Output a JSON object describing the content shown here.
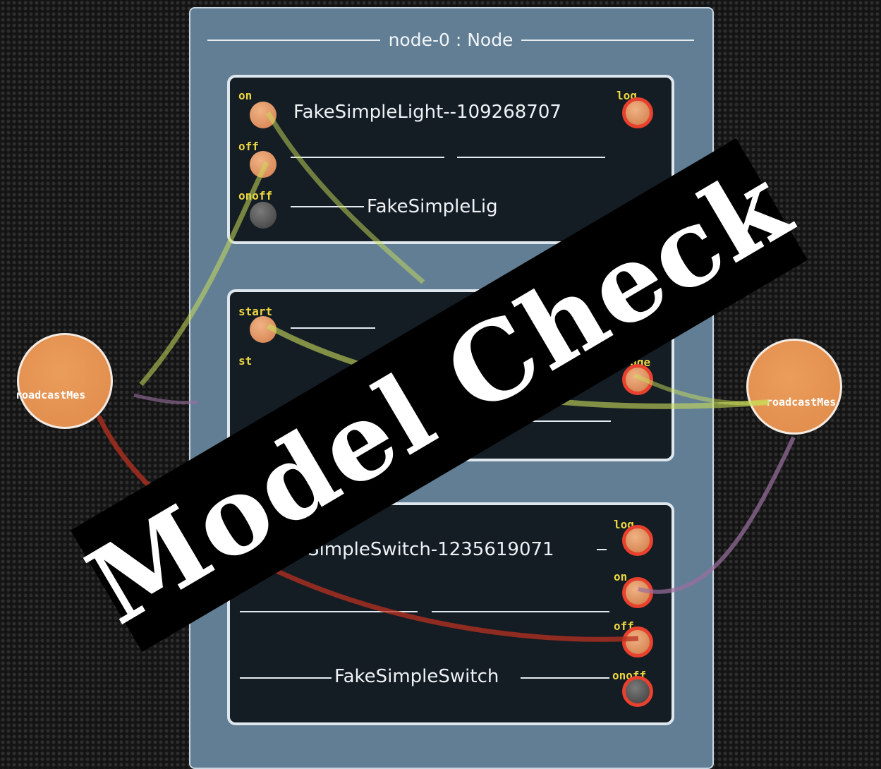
{
  "node": {
    "title": "node-0 : Node"
  },
  "light": {
    "title": "FakeSimpleLight--109268707",
    "subtitle": "FakeSimpleLig",
    "ports_left": [
      "on",
      "off",
      "onoff"
    ],
    "port_right": "log"
  },
  "middle": {
    "port_left_top": "start",
    "port_left_bottom": "st",
    "port_right": "logge"
  },
  "switch": {
    "title": "akeSimpleSwitch-1235619071",
    "subtitle": "FakeSimpleSwitch",
    "ports_right": [
      "log",
      "on",
      "off",
      "onoff"
    ]
  },
  "broadcast_left": {
    "label": "roadcastMes"
  },
  "broadcast_right": {
    "label": "roadcastMes"
  },
  "banner": {
    "text": "Model Check"
  },
  "colors": {
    "panel": "#627e94",
    "card": "#141c24",
    "port_orange": "#e09a68",
    "port_ring": "#e8412d",
    "wire_yellow": "#c9dd5a",
    "wire_red": "#b8301f",
    "wire_purple": "#9a6fa0"
  }
}
